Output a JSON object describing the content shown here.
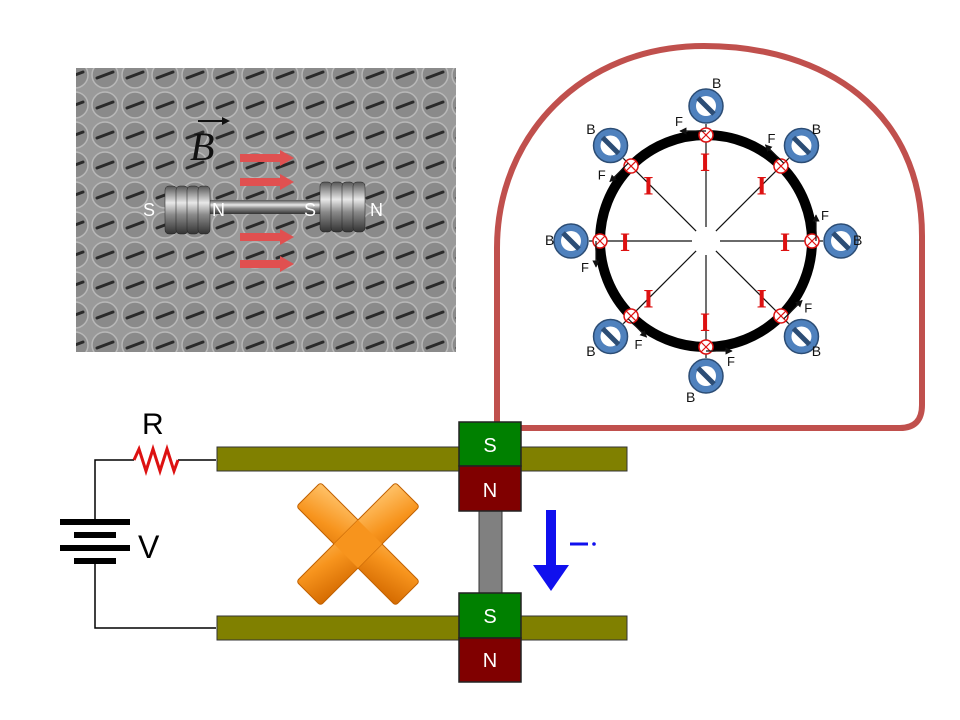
{
  "photo": {
    "field_label": "B",
    "left_magnet_s": "S",
    "left_magnet_n": "N",
    "right_magnet_s": "S",
    "right_magnet_n": "N"
  },
  "ring": {
    "b_label": "B",
    "f_label": "F",
    "i_label": "I",
    "magnet_angles_deg": [
      0,
      45,
      90,
      135,
      180,
      225,
      270,
      315
    ]
  },
  "circuit": {
    "resistor_label": "R",
    "battery_label": "V",
    "top_magnet_s": "S",
    "top_magnet_n": "N",
    "bottom_magnet_s": "S",
    "bottom_magnet_n": "N"
  },
  "colors": {
    "rail": "#808000",
    "magnet_s": "#008000",
    "magnet_n": "#800000",
    "callout_border": "#c0504d",
    "arrow_blue": "#1010ee",
    "cross_orange": "#f7941d",
    "magnet_blue": "#4f81bd"
  }
}
